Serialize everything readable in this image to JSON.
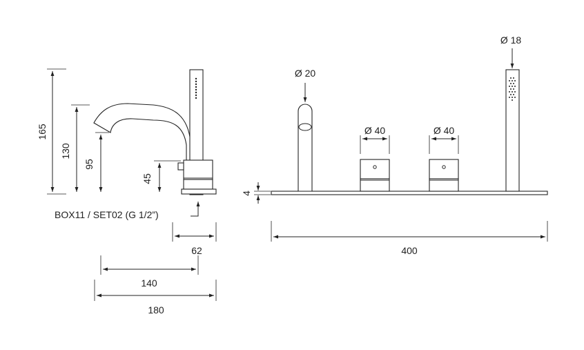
{
  "side_view": {
    "height_overall": "165",
    "height_spout_top": "130",
    "height_spout_outlet": "95",
    "height_handle_axis": "45",
    "connection_label": "BOX11 / SET02 (G 1/2”)",
    "depth_base": "62",
    "spout_reach": "140",
    "overall_depth": "180"
  },
  "front_view": {
    "spout_diameter": "Ø 20",
    "handle_left_diameter": "Ø 40",
    "handle_right_diameter": "Ø 40",
    "shower_diameter": "Ø 18",
    "plate_thickness": "4",
    "overall_width": "400"
  },
  "icons": {
    "dimension_arrow": "arrowhead"
  }
}
